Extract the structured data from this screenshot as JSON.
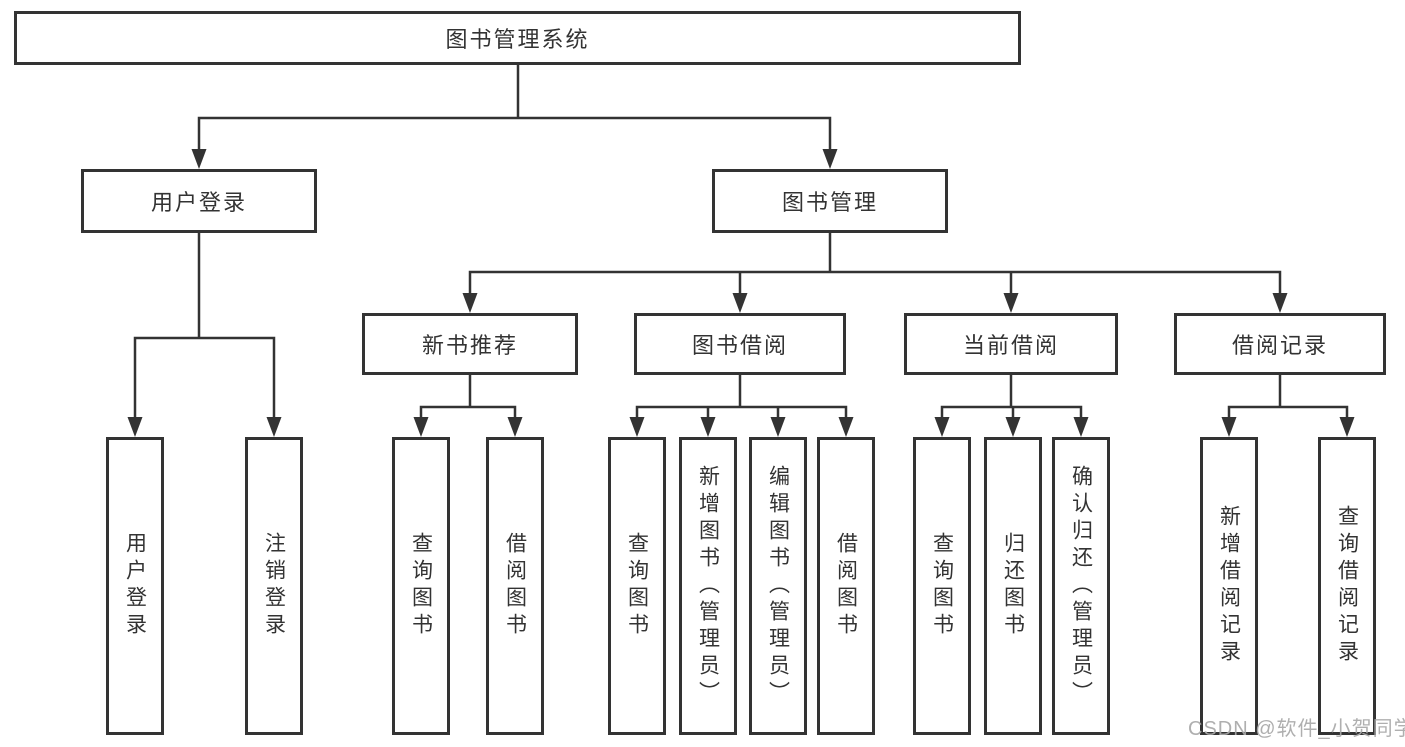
{
  "diagram": {
    "root": {
      "label": "图书管理系统"
    },
    "level2": [
      {
        "label": "用户登录",
        "children": [
          {
            "label": "用户登录"
          },
          {
            "label": "注销登录"
          }
        ]
      },
      {
        "label": "图书管理",
        "children": [
          {
            "label": "新书推荐",
            "children": [
              {
                "label": "查询图书"
              },
              {
                "label": "借阅图书"
              }
            ]
          },
          {
            "label": "图书借阅",
            "children": [
              {
                "label": "查询图书"
              },
              {
                "label": "新增图书（管理员）"
              },
              {
                "label": "编辑图书（管理员）"
              },
              {
                "label": "借阅图书"
              }
            ]
          },
          {
            "label": "当前借阅",
            "children": [
              {
                "label": "查询图书"
              },
              {
                "label": "归还图书"
              },
              {
                "label": "确认归还（管理员）"
              }
            ]
          },
          {
            "label": "借阅记录",
            "children": [
              {
                "label": "新增借阅记录"
              },
              {
                "label": "查询借阅记录"
              }
            ]
          }
        ]
      }
    ],
    "line_color": "#333333"
  },
  "watermark": {
    "text": "CSDN @软件_小贺同学"
  }
}
